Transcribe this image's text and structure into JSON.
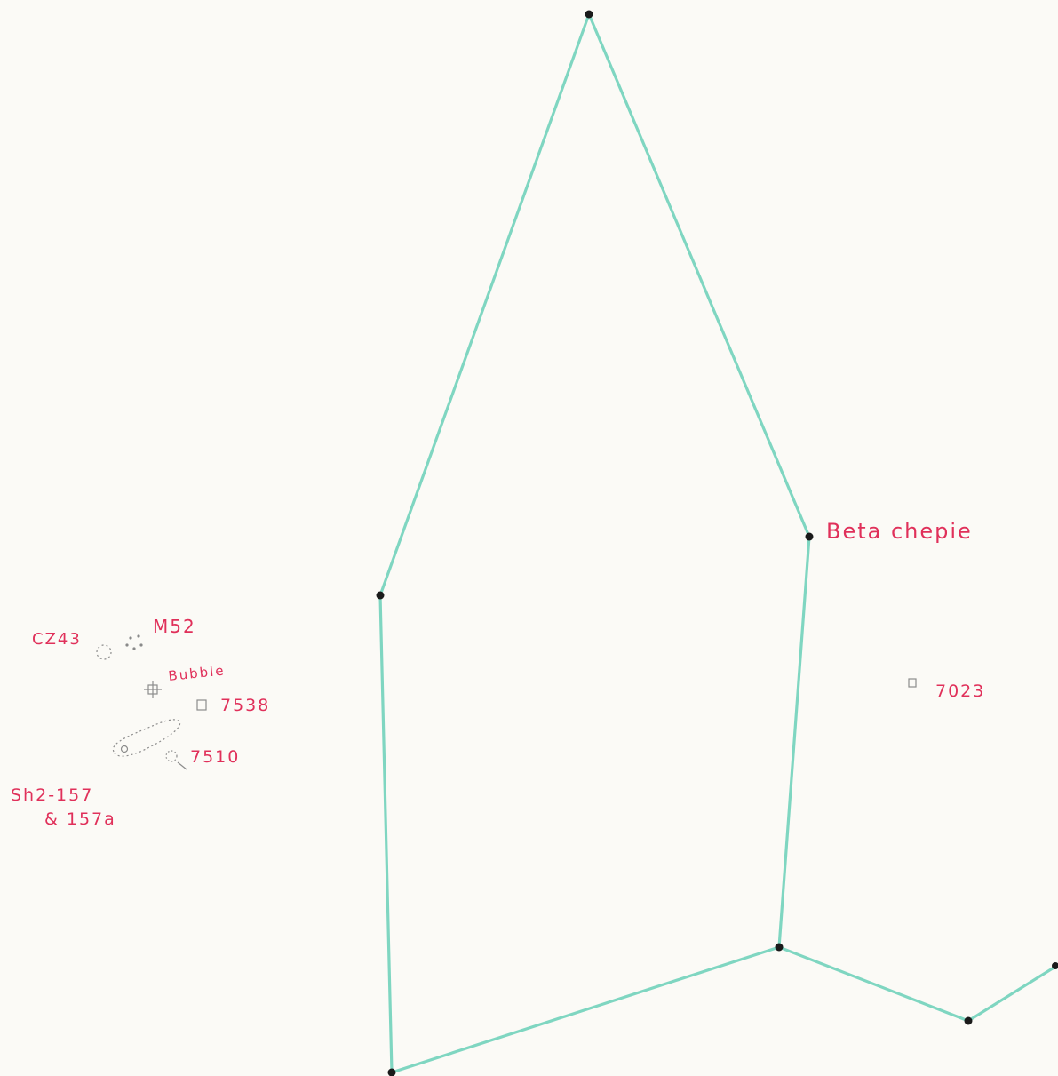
{
  "labels": {
    "beta_cephei": "Beta chepie",
    "ngc_7023": "7023",
    "cz43": "CZ43",
    "m52": "M52",
    "bubble": "Bubble",
    "ngc_7538": "7538",
    "ngc_7510": "7510",
    "sh2_line1": "Sh2-157",
    "sh2_line2": "& 157a"
  },
  "colors": {
    "paper": "#fbfaf6",
    "constellation_line": "#7fd6c1",
    "label_ink": "#e0305a",
    "star_ink": "#1a1a1a",
    "pencil": "#8c8c8c"
  }
}
